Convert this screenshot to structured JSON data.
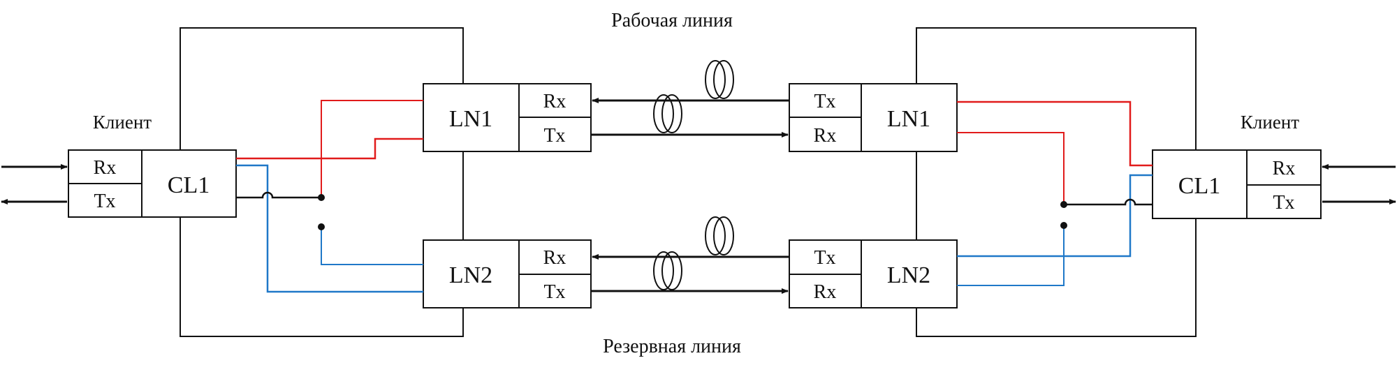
{
  "labels": {
    "working_line": "Рабочая линия",
    "backup_line": "Резервная линия",
    "client_left": "Клиент",
    "client_right": "Клиент"
  },
  "left_node": {
    "client_card": "CL1",
    "client_rx": "Rx",
    "client_tx": "Tx",
    "ln1": "LN1",
    "ln1_rx": "Rx",
    "ln1_tx": "Tx",
    "ln2": "LN2",
    "ln2_rx": "Rx",
    "ln2_tx": "Tx"
  },
  "right_node": {
    "client_card": "CL1",
    "client_rx": "Rx",
    "client_tx": "Tx",
    "ln1": "LN1",
    "ln1_tx": "Tx",
    "ln1_rx": "Rx",
    "ln2": "LN2",
    "ln2_tx": "Tx",
    "ln2_rx": "Rx"
  },
  "colors": {
    "working": "#e11b1b",
    "backup": "#1f78c8",
    "line": "#111111"
  }
}
